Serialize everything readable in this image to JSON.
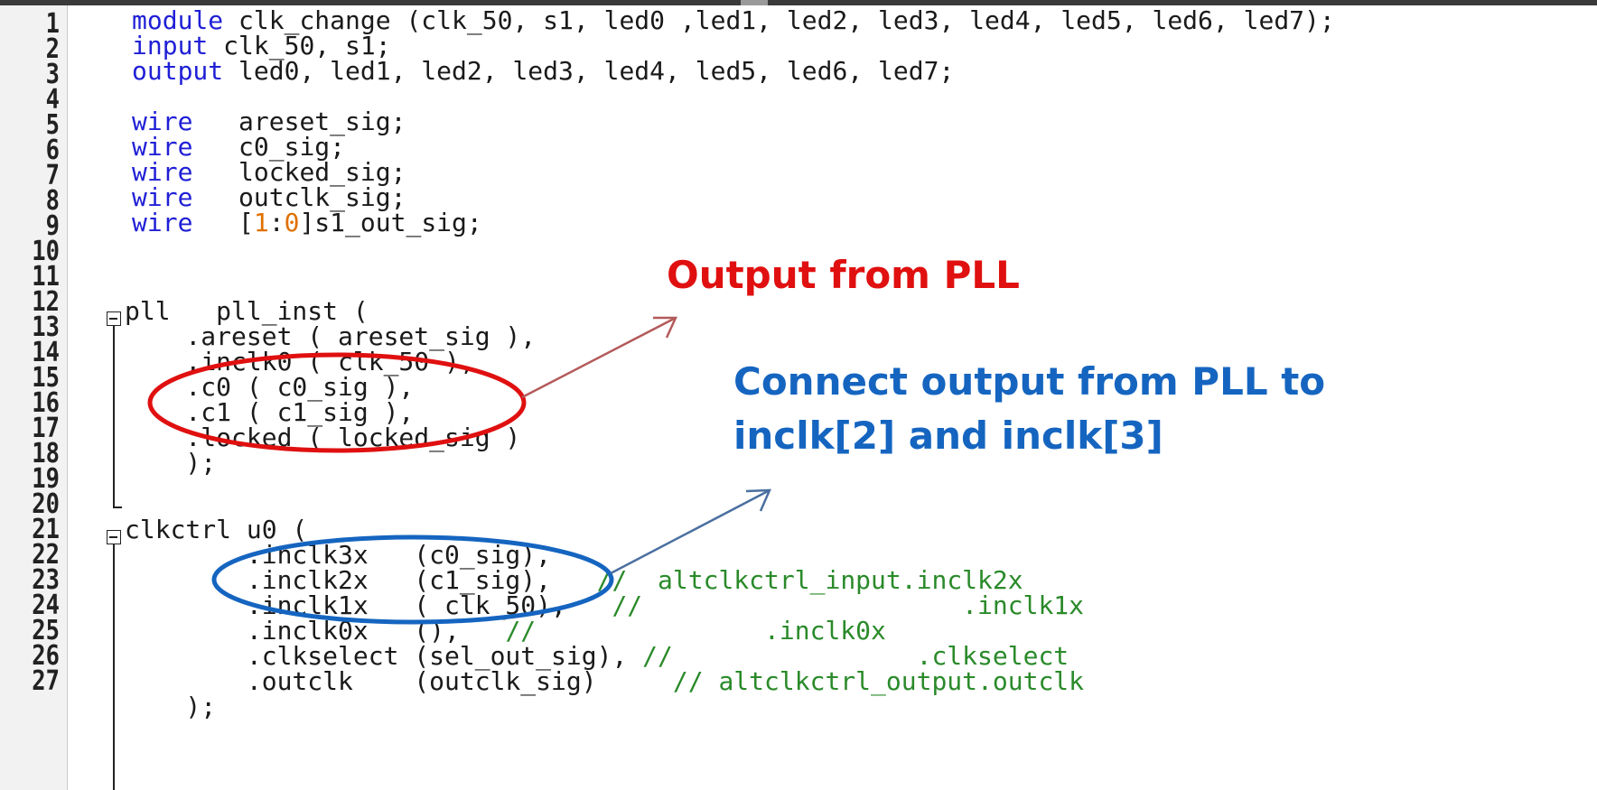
{
  "editor": {
    "line_numbers": [
      "1",
      "2",
      "3",
      "4",
      "5",
      "6",
      "7",
      "8",
      "9",
      "10",
      "11",
      "12",
      "13",
      "14",
      "15",
      "16",
      "17",
      "18",
      "19",
      "20",
      "21",
      "22",
      "23",
      "24",
      "25",
      "26",
      "27"
    ],
    "code": {
      "l1_kw": "module",
      "l1_rest": " clk_change (clk_50, s1, led0 ,led1, led2, led3, led4, led5, led6, led7);",
      "l2_kw": "input",
      "l2_rest": " clk_50, s1;",
      "l3_kw": "output",
      "l3_rest": " led0, led1, led2, led3, led4, led5, led6, led7;",
      "l5_kw": "wire",
      "l5_rest": "   areset_sig;",
      "l6_kw": "wire",
      "l6_rest": "   c0_sig;",
      "l7_kw": "wire",
      "l7_rest": "   locked_sig;",
      "l8_kw": "wire",
      "l8_rest": "   outclk_sig;",
      "l9_kw": "wire",
      "l9_pre": "   [",
      "l9_n1": "1",
      "l9_mid": ":",
      "l9_n2": "0",
      "l9_post": "]s1_out_sig;",
      "l11": "pll   pll_inst (",
      "l12": "    .areset ( areset_sig ),",
      "l13": "    .inclk0 ( clk_50 ),",
      "l14": "    .c0 ( c0_sig ),",
      "l15": "    .c1 ( c1_sig ),",
      "l16": "    .locked ( locked_sig )",
      "l17": "    );",
      "l19": "clkctrl u0 (",
      "l20": "        .inclk3x   (c0_sig),",
      "l21_code": "        .inclk2x   (c1_sig),   ",
      "l21_cm": "//  altclkctrl_input.inclk2x",
      "l22_code": "        .inclk1x   ( clk_50),   ",
      "l22_cm": "//                     .inclk1x",
      "l23_code": "        .inclk0x   (),   ",
      "l23_cm": "//               .inclk0x",
      "l24_code": "        .clkselect (sel_out_sig), ",
      "l24_cm": "//                .clkselect",
      "l25_code": "        .outclk    (outclk_sig)     ",
      "l25_cm": "// altclkctrl_output.outclk",
      "l26": "    );"
    }
  },
  "annotations": {
    "pll_output_label": "Output from PLL",
    "connect_label_line1": "Connect output from PLL to",
    "connect_label_line2": "inclk[2] and inclk[3]"
  },
  "colors": {
    "keyword": "#1f1fd6",
    "comment": "#2a8a2a",
    "number": "#e07000",
    "annotation_red": "#e01010",
    "annotation_blue": "#1565c0"
  }
}
